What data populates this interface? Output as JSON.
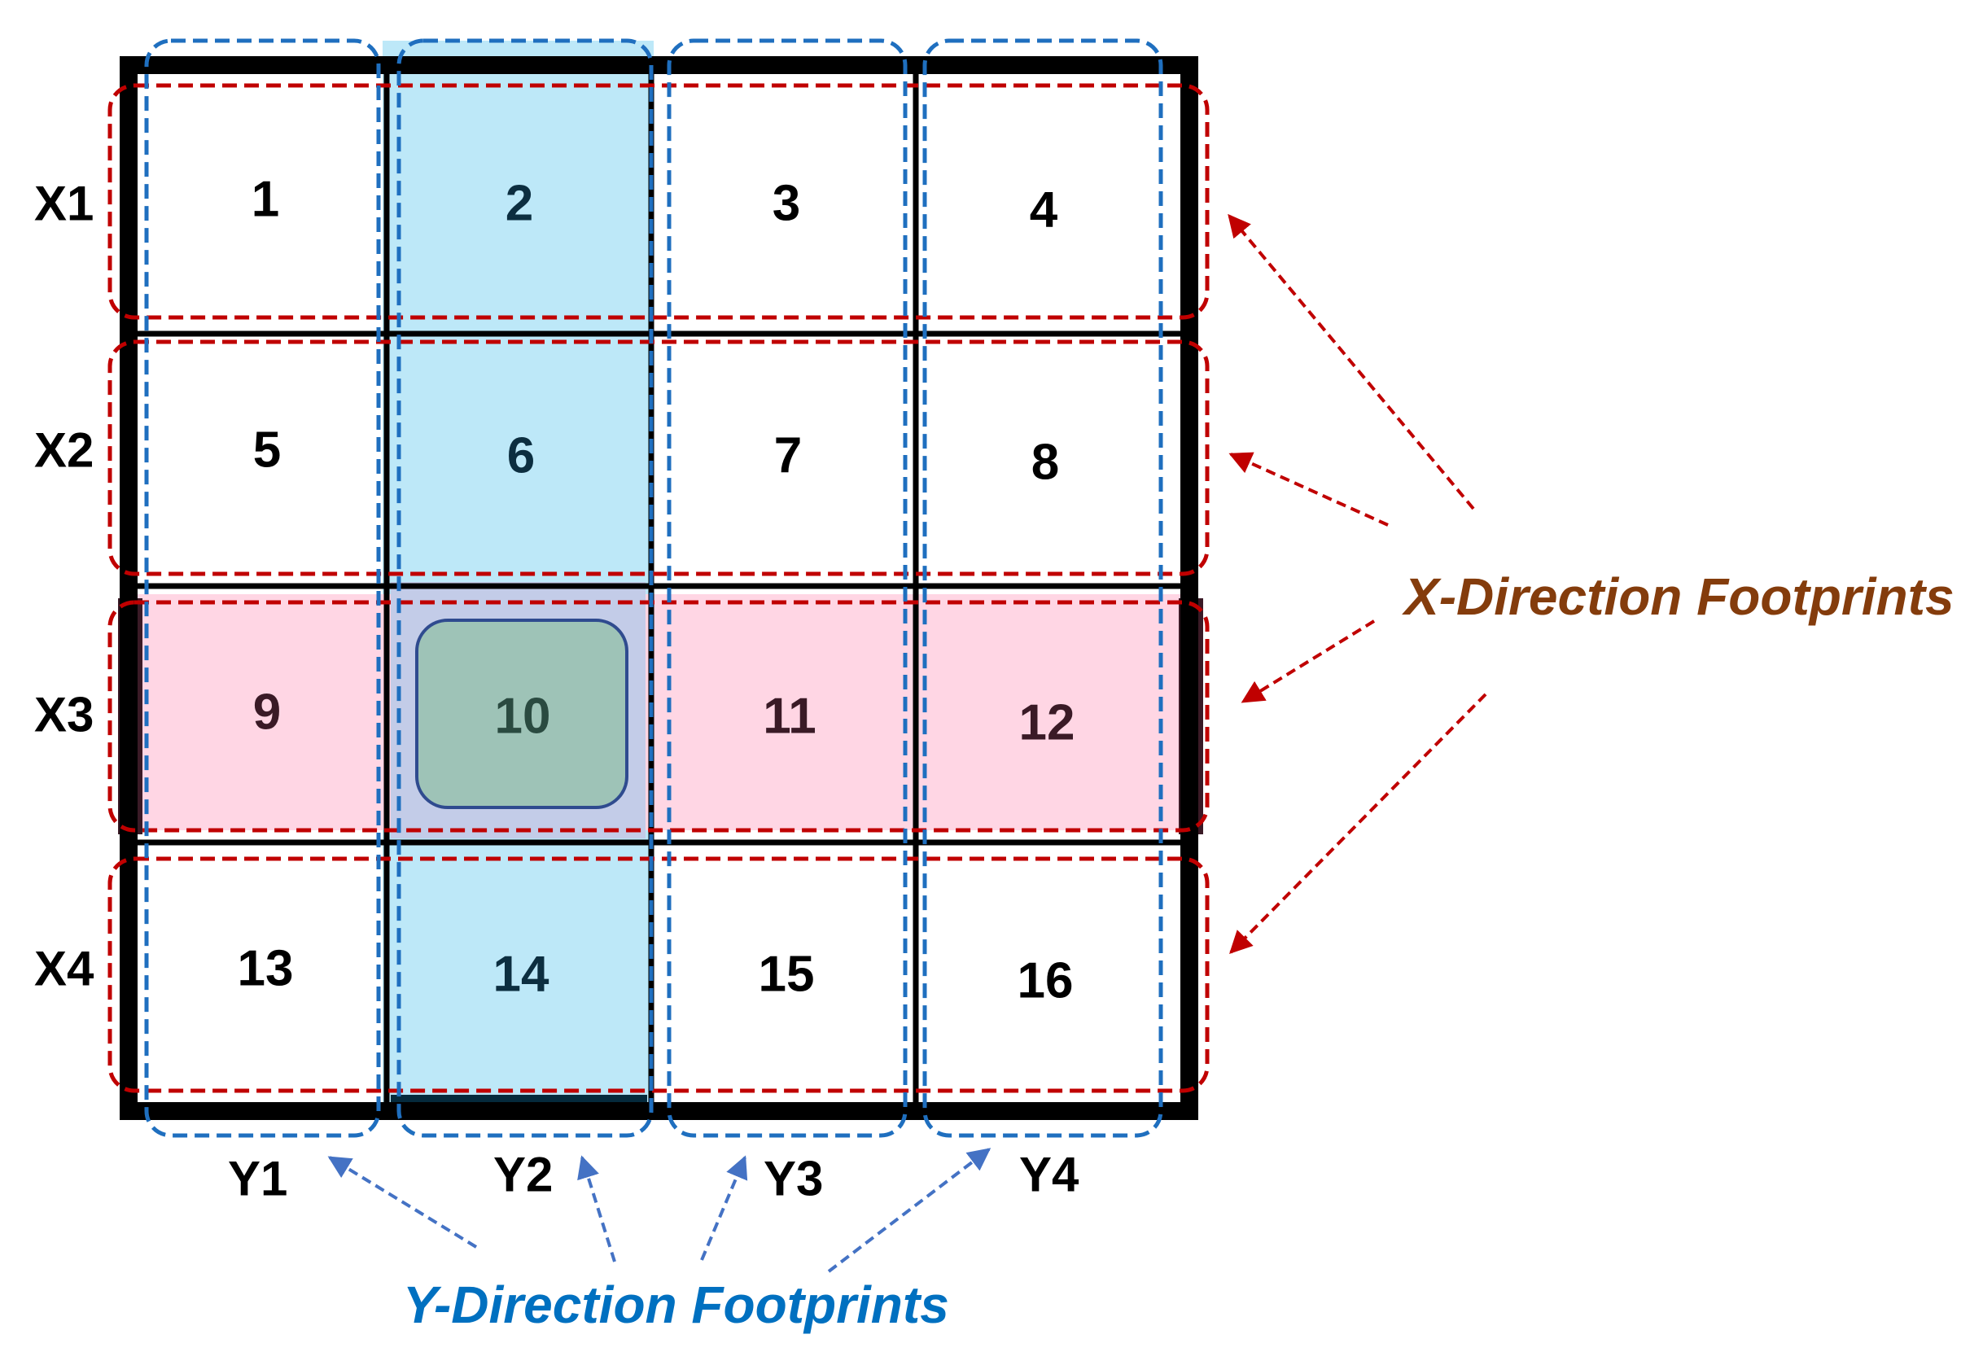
{
  "grid": {
    "cells": [
      "1",
      "2",
      "3",
      "4",
      "5",
      "6",
      "7",
      "8",
      "9",
      "10",
      "11",
      "12",
      "13",
      "14",
      "15",
      "16"
    ]
  },
  "rows": [
    "X1",
    "X2",
    "X3",
    "X4"
  ],
  "columns": [
    "Y1",
    "Y2",
    "Y3",
    "Y4"
  ],
  "annotations": {
    "x_direction": "X-Direction Footprints",
    "y_direction": "Y-Direction Footprints"
  },
  "colors": {
    "x_footprint": "#c00000",
    "y_footprint": "#1f6fbf",
    "x_title": "#843c0c",
    "y_title": "#0070c0",
    "highlight_column": "#bde8f8",
    "highlight_row": "#ffd6e4",
    "intersection": "#9ec3b7",
    "grid_line": "#000000"
  }
}
